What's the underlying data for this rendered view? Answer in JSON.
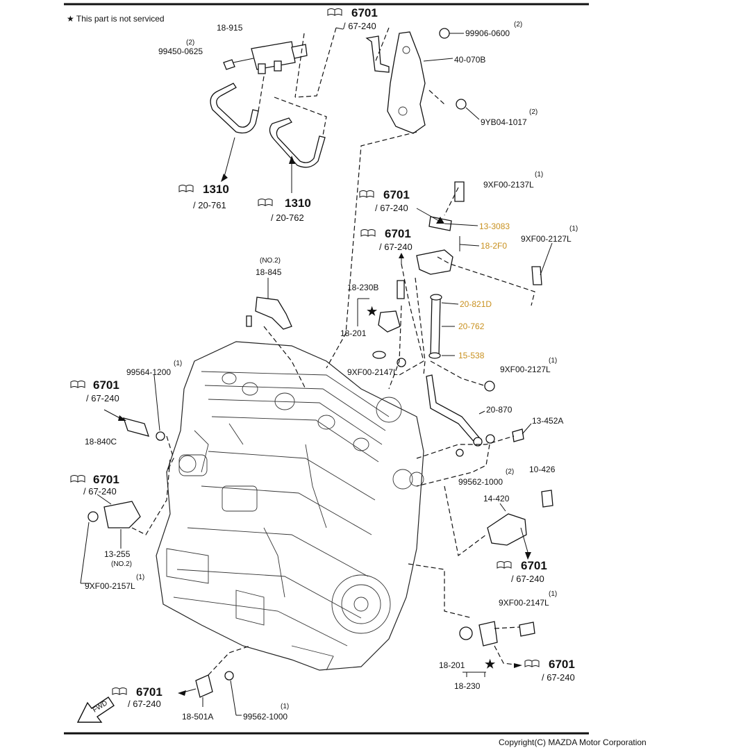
{
  "note": "★ This part is not serviced",
  "copyright": "Copyright(C) MAZDA Motor Corporation",
  "colors": {
    "highlight": "#c8901e",
    "line": "#111111"
  },
  "labels": {
    "p18_915": "18-915",
    "p99450_0625": "99450-0625",
    "q99450": "(2)",
    "p99906_0600": "99906-0600",
    "q99906": "(2)",
    "p40_070B": "40-070B",
    "p9YB04_1017": "9YB04-1017",
    "q9YB04": "(2)",
    "p9XF00_2137L": "9XF00-2137L",
    "q2137L": "(1)",
    "p13_3083": "13-3083",
    "p18_2F0": "18-2F0",
    "p9XF00_2127L_a": "9XF00-2127L",
    "q2127L_a": "(1)",
    "no2_a": "(NO.2)",
    "p18_845": "18-845",
    "p18_230B": "18-230B",
    "p18_201_a": "18-201",
    "p9XF00_2147L_a": "9XF00-2147L",
    "p20_821D": "20-821D",
    "p20_762_b": "20-762",
    "p15_538": "15-538",
    "p9XF00_2127L_b": "9XF00-2127L",
    "q2127L_b": "(1)",
    "p20_870": "20-870",
    "p13_452A": "13-452A",
    "p99562_1000_a": "99562-1000",
    "q99562_a": "(2)",
    "p10_426": "10-426",
    "p14_420": "14-420",
    "p99564_1200": "99564-1200",
    "q99564": "(1)",
    "p18_840C": "18-840C",
    "p13_255": "13-255",
    "no2_b": "(NO.2)",
    "p9XF00_2157L": "9XF00-2157L",
    "q2157L": "(1)",
    "p9XF00_2147L_b": "9XF00-2147L",
    "q2147L_b": "(1)",
    "p18_201_b": "18-201",
    "p18_230": "18-230",
    "p18_501A": "18-501A",
    "p99562_1000_b": "99562-1000",
    "q99562_b": "(1)",
    "fwd": "FWD"
  },
  "refs": {
    "r1": {
      "num": "6701",
      "sub": "/ 67-240"
    },
    "r2": {
      "num": "1310",
      "sub": "/ 20-761"
    },
    "r3": {
      "num": "1310",
      "sub": "/ 20-762"
    },
    "r4": {
      "num": "6701",
      "sub": "/ 67-240"
    },
    "r5": {
      "num": "6701",
      "sub": "/ 67-240"
    },
    "r6": {
      "num": "6701",
      "sub": "/ 67-240"
    },
    "r7": {
      "num": "6701",
      "sub": "/ 67-240"
    },
    "r8": {
      "num": "6701",
      "sub": "/ 67-240"
    },
    "r9": {
      "num": "6701",
      "sub": "/ 67-240"
    },
    "r10": {
      "num": "6701",
      "sub": "/ 67-240"
    }
  }
}
